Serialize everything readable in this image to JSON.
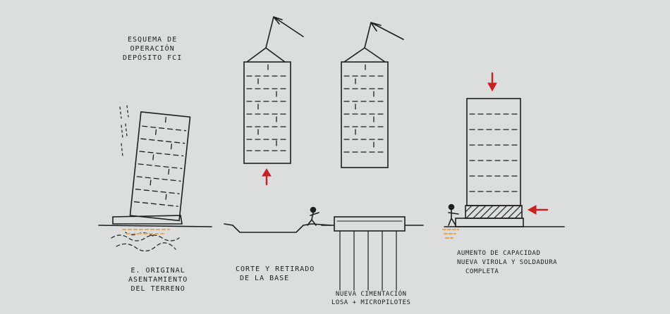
{
  "title": {
    "lines": [
      "ESQUEMA DE",
      "OPERACIÓN",
      "DEPÓSITO FCI"
    ]
  },
  "steps": [
    {
      "lines": [
        "E. ORIGINAL",
        "ASENTAMIENTO",
        "DEL TERRENO"
      ]
    },
    {
      "lines": [
        "CORTE Y RETIRADO",
        "DE  LA BASE"
      ]
    },
    {
      "lines": [
        "NUEVA CIMENTACIÓN",
        "LOSA + MICROPILOTES"
      ]
    },
    {
      "lines": [
        "AUMENTO DE CAPACIDAD",
        "NUEVA VIROLA Y SOLDADURA",
        "COMPLETA"
      ]
    }
  ],
  "colors": {
    "background": "#dcdddd",
    "ink": "#1e1e1e",
    "arrow": "#cc1f1f",
    "soil": "#e0a865"
  }
}
